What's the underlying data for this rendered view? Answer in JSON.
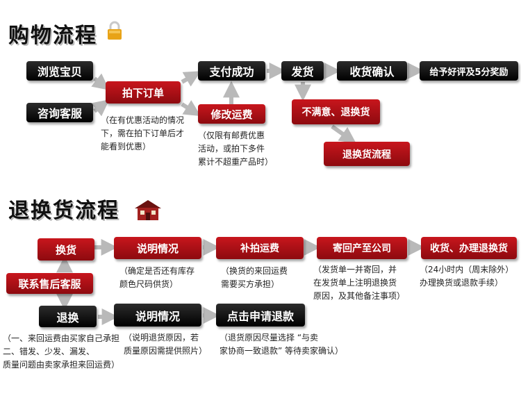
{
  "purchase": {
    "title": "购物流程",
    "nodes": {
      "browse": "浏览宝贝",
      "consult": "咨询客服",
      "order": "拍下订单",
      "pay": "支付成功",
      "modify": "修改运费",
      "ship": "发货",
      "confirm": "收货确认",
      "review": "给予好评及5分奖励",
      "unhappy": "不满意、退换货",
      "return_flow": "退换货流程"
    },
    "notes": {
      "order_note": [
        "（在有优惠活动的情况",
        "下，需在拍下订单后才",
        "能看到优惠）"
      ],
      "modify_note": [
        "（仅限有邮费优惠",
        "活动，或拍下多件",
        "累计不超重产品时）"
      ]
    }
  },
  "return": {
    "title": "退换货流程",
    "nodes": {
      "contact": "联系售后客服",
      "exchange": "换货",
      "explain1": "说明情况",
      "shipping": "补拍运费",
      "send_back": "寄回产至公司",
      "process": "收货、办理退换货",
      "refund": "退换",
      "explain2": "说明情况",
      "apply": "点击申请退款"
    },
    "notes": {
      "explain1_note": [
        "（确定是否还有库存",
        "颜色尺码供货）"
      ],
      "shipping_note": [
        "（换货的来回运费",
        "需要买方承担）"
      ],
      "send_back_note": [
        "（发货单一并寄回，并",
        "在发货单上注明退换货",
        "原因，及其他备注事项）"
      ],
      "process_note": [
        "（24小时内（周末除外）",
        "办理换货或退款手续）"
      ],
      "refund_note": [
        "（一、来回运费由买家自己承担",
        "二、错发、少发、漏发、",
        "质量问题由卖家承担来回运费）"
      ],
      "explain2_note": [
        "（说明退货原因，若",
        "质量原因需提供照片）"
      ],
      "apply_note": [
        "（退货原因尽量选择 “与卖",
        "家协商一致退款” 等待卖家确认）"
      ]
    }
  },
  "colors": {
    "black": "#000000",
    "red": "#b0121a",
    "arrow": "#b9b9b9",
    "lock": "#e8a317",
    "house": "#a3211f"
  },
  "icons": {
    "purchase_icon": "lock-icon",
    "return_icon": "house-icon"
  }
}
